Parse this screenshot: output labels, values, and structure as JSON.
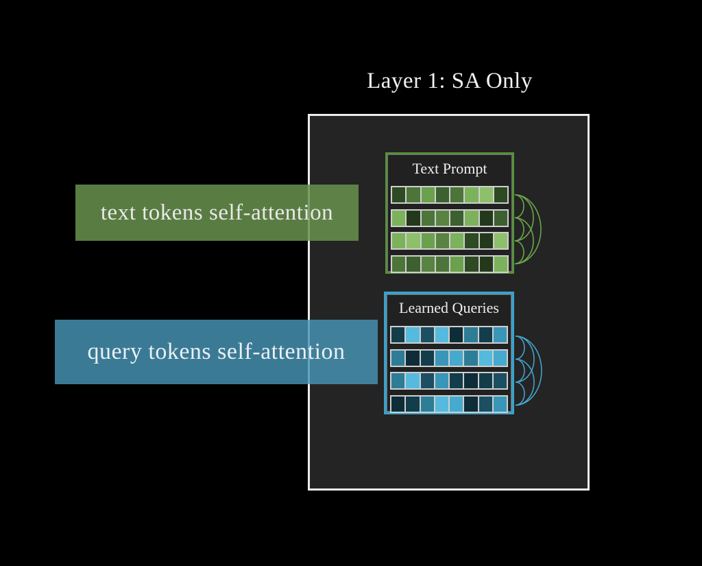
{
  "slide": {
    "title": "Layer 1: SA Only"
  },
  "panel": {
    "border_color": "#ececec",
    "bg_color": "#242424"
  },
  "canvas_bg": "#000000",
  "boxes": [
    {
      "title": "Text Prompt",
      "border_color": "#57913d",
      "arc_color": "#6fae4e",
      "bg_color": "#212121",
      "rows": [
        [
          "#2d4a23",
          "#4d7539",
          "#6ba04c",
          "#3c6030",
          "#4d7539",
          "#7cb25b",
          "#8ec06c",
          "#2d4a23"
        ],
        [
          "#7cb25b",
          "#24391b",
          "#4d7539",
          "#598341",
          "#3c6030",
          "#7cb25b",
          "#24391b",
          "#3c6030"
        ],
        [
          "#7cb25b",
          "#8ec06c",
          "#6ba04c",
          "#598341",
          "#7cb25b",
          "#2d4a23",
          "#24391b",
          "#8ec06c"
        ],
        [
          "#4d7539",
          "#3c6030",
          "#598341",
          "#4d7539",
          "#6ba04c",
          "#2d4a23",
          "#24391b",
          "#7cb25b"
        ]
      ]
    },
    {
      "title": "Learned Queries",
      "border_color": "#3ba1c9",
      "arc_color": "#45aad3",
      "bg_color": "#212121",
      "rows": [
        [
          "#133d4b",
          "#55bade",
          "#1b4f61",
          "#55bade",
          "#0e2d38",
          "#2d7d97",
          "#133d4b",
          "#3996b8"
        ],
        [
          "#2d7d97",
          "#0e2d38",
          "#133d4b",
          "#3996b8",
          "#45aacd",
          "#2d7d97",
          "#55bade",
          "#45aacd"
        ],
        [
          "#2d7d97",
          "#55bade",
          "#1b4f61",
          "#3996b8",
          "#133d4b",
          "#0e2d38",
          "#133d4b",
          "#1b4f61"
        ],
        [
          "#0e2d38",
          "#133d4b",
          "#2d7d97",
          "#55bade",
          "#45aacd",
          "#0e2d38",
          "#1b4f61",
          "#3996b8"
        ]
      ]
    }
  ],
  "labels": [
    {
      "text": "text tokens self-attention",
      "bg_rgba": "rgba(105,146,78,0.85)",
      "text_color": "#e9e9e9"
    },
    {
      "text": "query tokens self-attention",
      "bg_rgba": "rgba(72,149,182,0.82)",
      "text_color": "#e9f0f4"
    }
  ]
}
